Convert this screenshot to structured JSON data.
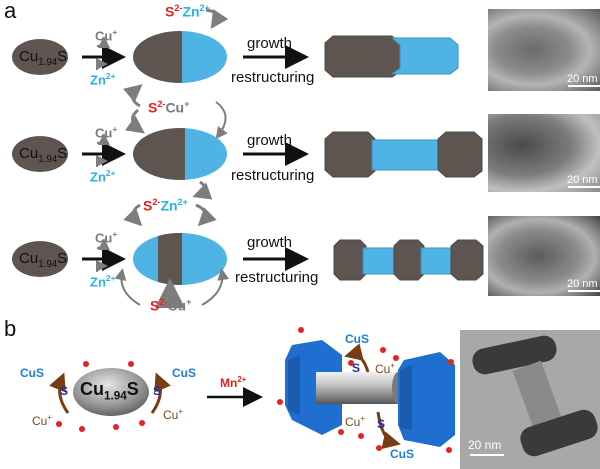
{
  "panel_a": {
    "label": "a",
    "precursor": {
      "base": "Cu",
      "sub": "1.94",
      "tail": "S"
    },
    "ions": {
      "cu": "Cu",
      "cu_charge": "+",
      "zn": "Zn",
      "zn_charge": "2+",
      "s": "S",
      "s_charge": "2-",
      "sep": "·"
    },
    "process": {
      "top": "growth",
      "bottom": "restructuring"
    },
    "rows": [
      {
        "name": "janus",
        "tem_scale": "20 nm"
      },
      {
        "name": "dumbbell",
        "tem_scale": "20 nm"
      },
      {
        "name": "multi-segment",
        "tem_scale": "20 nm"
      }
    ]
  },
  "panel_b": {
    "label": "b",
    "core": {
      "base": "Cu",
      "sub": "1.94",
      "tail": "S"
    },
    "cus": "CuS",
    "s": "S",
    "cu": "Cu",
    "cu_charge": "+",
    "dopant": {
      "base": "Mn",
      "charge": "2+"
    },
    "tem_scale": "20 nm"
  },
  "colors": {
    "cu_phase": "#5e5550",
    "zn_phase": "#4fb3e6",
    "arrow_gray": "#7d7d7d",
    "red": "#e32222",
    "blue_text": "#1a7fd4",
    "brown_arrow": "#7a3c12",
    "cus_block": "#1f6fd0"
  }
}
